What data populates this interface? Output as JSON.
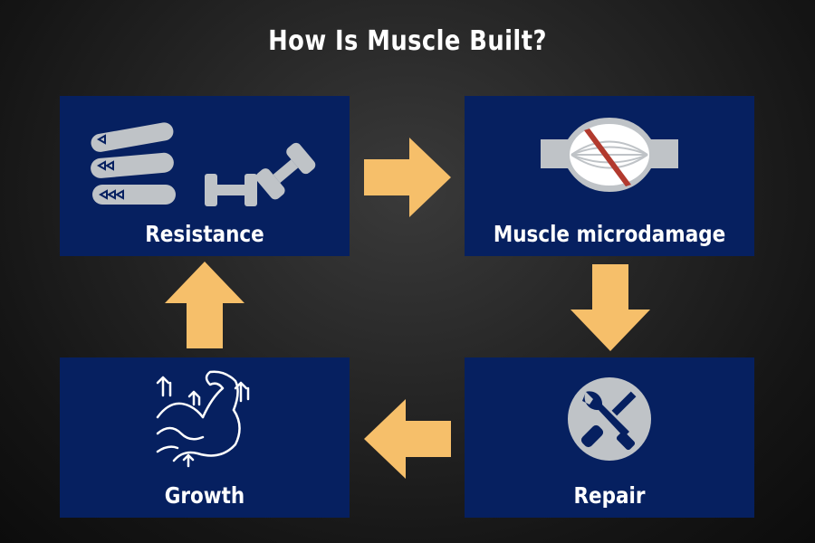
{
  "title": "How Is Muscle Built?",
  "steps": [
    {
      "label": "Resistance",
      "icon": "resistance-bands-dumbbells-icon"
    },
    {
      "label": "Muscle microdamage",
      "icon": "muscle-fiber-tear-icon"
    },
    {
      "label": "Repair",
      "icon": "wrench-screwdriver-icon"
    },
    {
      "label": "Growth",
      "icon": "flexed-arm-growth-icon"
    }
  ],
  "colors": {
    "box": "#062060",
    "arrow": "#F6BF6A",
    "icon_gray": "#BFC3C7",
    "tear_red": "#B23A2E",
    "text": "#FFFFFF"
  }
}
